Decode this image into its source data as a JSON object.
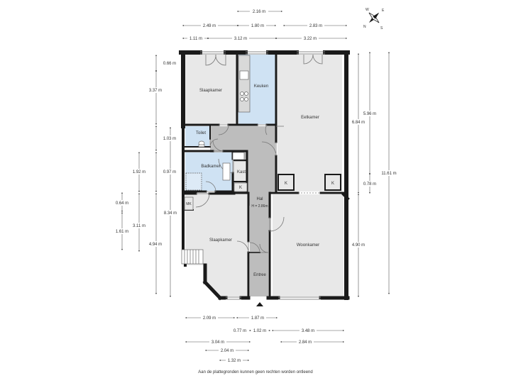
{
  "rooms": {
    "slaapkamer_top": "Slaapkamer",
    "keuken": "Keuken",
    "eetkamer": "Eetkamer",
    "toilet": "Toilet",
    "badkamer": "Badkamer",
    "kast": "Kast",
    "k_small": "K",
    "k_left": "K",
    "k_right": "K",
    "mk": "MK",
    "hal": "Hal",
    "hal_height": "H = 2.86m",
    "slaapkamer_bottom": "Slaapkamer",
    "woonkamer": "Woonkamer",
    "entree": "Entree"
  },
  "dimensions": {
    "top_overall": "2.16 m",
    "top_row1": [
      "2.49 m",
      "1.80 m",
      "2.83 m"
    ],
    "top_row2": [
      "1.11 m",
      "3.12 m",
      "3.22 m"
    ],
    "left_col1": [
      "0.66 m",
      "3.37 m",
      "1.03 m",
      "0.97 m"
    ],
    "left_col2": [
      "1.92 m",
      "8.34 m"
    ],
    "left_col3": [
      "3.11 m",
      "4.94 m"
    ],
    "left_col4": [
      "0.64 m",
      "1.61 m"
    ],
    "right_col1": [
      "5.96 m",
      "0.78 m"
    ],
    "right_col2": [
      "6.84 m",
      "4.90 m"
    ],
    "right_overall": "11.61 m",
    "bottom_row1": [
      "2.09 m",
      "1.87 m"
    ],
    "bottom_row2": [
      "0.77 m",
      "1.02 m",
      "3.48 m"
    ],
    "bottom_row3": [
      "3.04 m",
      "2.84 m"
    ],
    "bottom_row4": "2.04 m",
    "bottom_row5": "1.32 m"
  },
  "compass": {
    "n": "N",
    "e": "E",
    "s": "S",
    "w": "W"
  },
  "disclaimer": "Aan de plattegronden kunnen geen rechten worden ontleend",
  "colors": {
    "wall": "#1a1a1a",
    "hall": "#bdbdbd",
    "wet_room": "#cfe2f3",
    "floor": "#e8e8e8",
    "dim_line": "#555555"
  }
}
